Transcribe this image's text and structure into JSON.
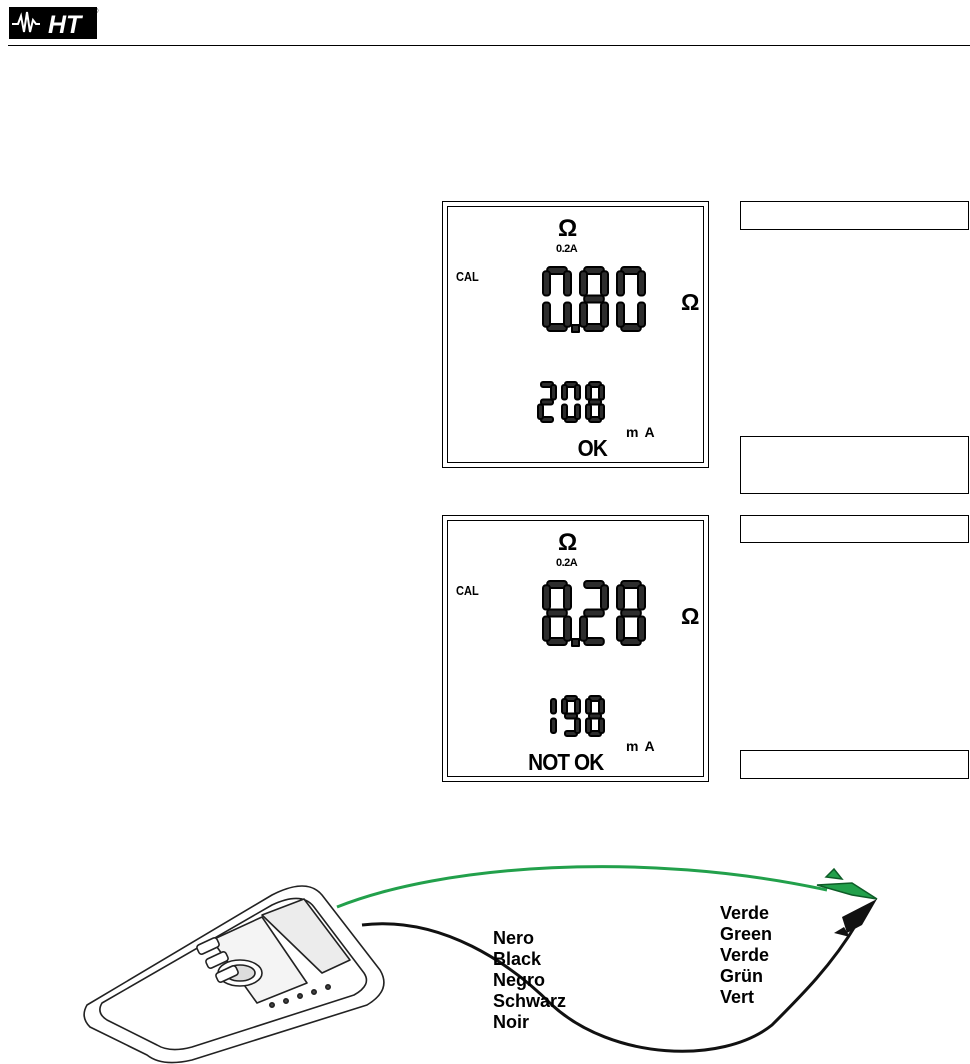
{
  "header": {
    "logo_text": "HT",
    "registered_mark": "®"
  },
  "displays": [
    {
      "mode_symbol": "Ω",
      "range": "0.2A",
      "cal": "CAL",
      "main_reading": "0.80",
      "main_unit": "Ω",
      "current_reading": "208",
      "current_unit": "mA",
      "verdict": "OK"
    },
    {
      "mode_symbol": "Ω",
      "range": "0.2A",
      "cal": "CAL",
      "main_reading": "8.28",
      "main_unit": "Ω",
      "current_reading": "198",
      "current_unit": "mA",
      "verdict": "NOT OK"
    }
  ],
  "lead_labels": {
    "black": [
      "Nero",
      "Black",
      "Negro",
      "Schwarz",
      "Noir"
    ],
    "green": [
      "Verde",
      "Green",
      "Verde",
      "Grün",
      "Vert"
    ]
  },
  "colors": {
    "green_lead": "#22a04b",
    "black_lead": "#111111",
    "lcd_segment": "#2d2d2d"
  }
}
